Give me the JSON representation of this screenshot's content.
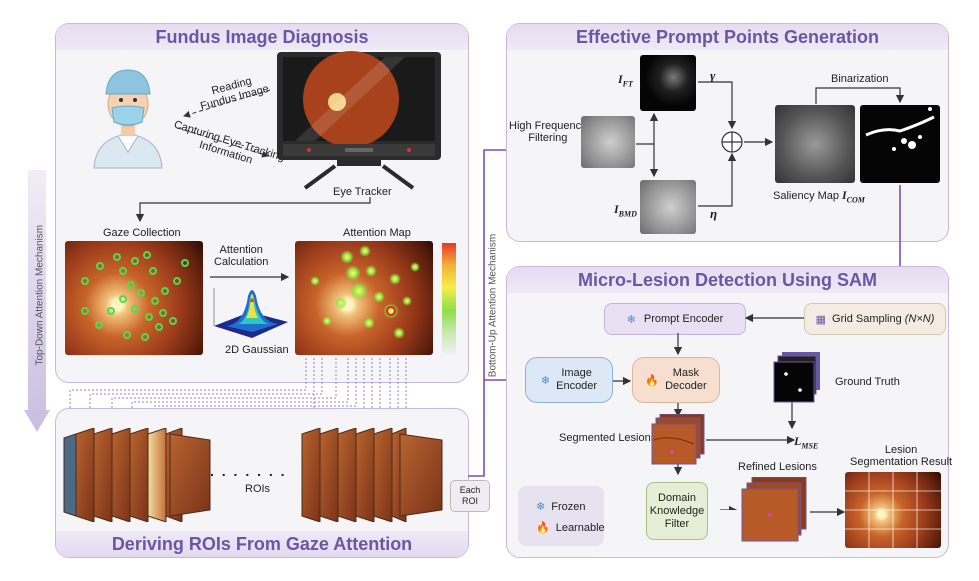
{
  "panels": {
    "fundus": "Fundus Image Diagnosis",
    "prompt": "Effective Prompt Points Generation",
    "sam": "Micro-Lesion Detection Using SAM",
    "rois": "Deriving ROIs From Gaze Attention"
  },
  "side": {
    "topdown": "Top-Down Attention Mechanism",
    "bottomup": "Bottom-Up Attention Mechanism"
  },
  "fundus": {
    "reading": [
      "Reading",
      "Fundus Image"
    ],
    "capturing": [
      "Capturing Eye-Tracking",
      "Information"
    ],
    "eye_tracker": "Eye Tracker",
    "gaze_collection": "Gaze Collection",
    "attention_map": "Attention Map",
    "attention_calc": [
      "Attention",
      "Calculation"
    ],
    "gaussian": "2D Gaussian"
  },
  "rois": {
    "label": "ROIs",
    "dots": ". . . . . . .",
    "each_roi": [
      "Each",
      "ROI"
    ]
  },
  "prompt": {
    "hf": [
      "High Frequency",
      "Filtering"
    ],
    "i_ft": "I",
    "i_ft_sub": "FT",
    "i_bmd": "I",
    "i_bmd_sub": "BMD",
    "gamma": "γ",
    "eta": "η",
    "binarization": "Binarization",
    "saliency": "Saliency Map",
    "i_com": "I",
    "i_com_sub": "COM"
  },
  "sam": {
    "prompt_encoder": "Prompt Encoder",
    "grid_sampling": "Grid Sampling",
    "grid_sampling_n": "(N×N)",
    "image_encoder": [
      "Image",
      "Encoder"
    ],
    "mask_decoder": [
      "Mask",
      "Decoder"
    ],
    "ground_truth": "Ground Truth",
    "segmented": "Segmented Lesions",
    "l_mse": "L",
    "l_mse_sub": "MSE",
    "domain": [
      "Domain",
      "Knowledge",
      "Filter"
    ],
    "refined": "Refined Lesions",
    "result": [
      "Lesion",
      "Segmentation Result"
    ],
    "frozen": "Frozen",
    "learnable": "Learnable"
  },
  "colors": {
    "purple": "#6a56a3",
    "accent_line": "#7b4fb5",
    "encoder_blue": "#dce8f5",
    "decoder_peach": "#f6dfcf",
    "domain_green": "#e6efd5"
  }
}
